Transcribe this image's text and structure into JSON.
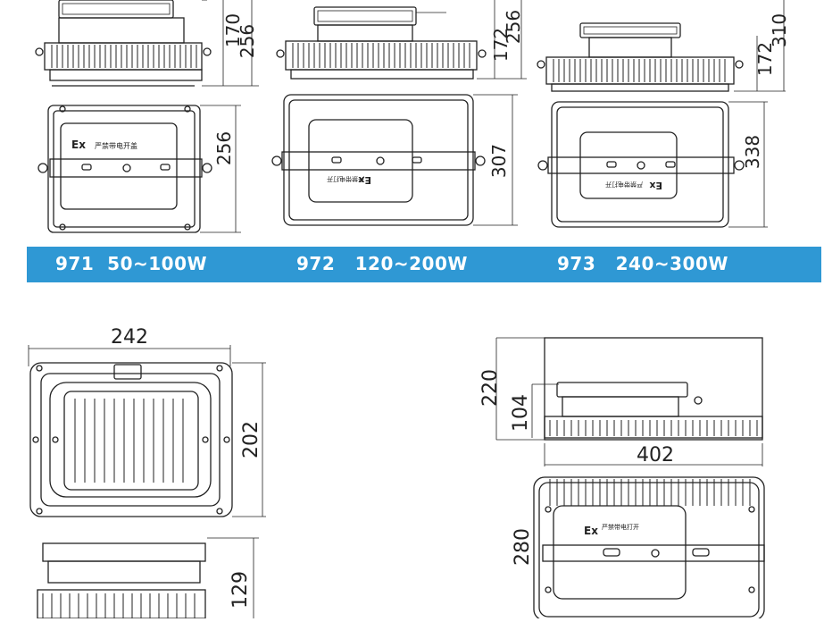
{
  "models": [
    {
      "label": "971  50~100W"
    },
    {
      "label": "972   120~200W"
    },
    {
      "label": "973   240~300W"
    }
  ],
  "dimensions": {
    "m1_side_a": "170",
    "m1_side_b": "256",
    "m1_front": "256",
    "m2_side_a": "172",
    "m2_side_b": "256",
    "m2_front": "307",
    "m3_side_a": "172",
    "m3_side_b": "310",
    "m3_front": "338",
    "bl_width": "242",
    "bl_height": "202",
    "bl_side": "129",
    "br_side_a": "220",
    "br_side_b": "104",
    "br_width": "402",
    "br_front": "280"
  },
  "panel_text": {
    "ex": "Ex",
    "cn_m1": "严禁带电开盖",
    "cn_small": "严禁带电打开"
  },
  "colors": {
    "banner": "#2f98d4",
    "line": "#222222"
  }
}
